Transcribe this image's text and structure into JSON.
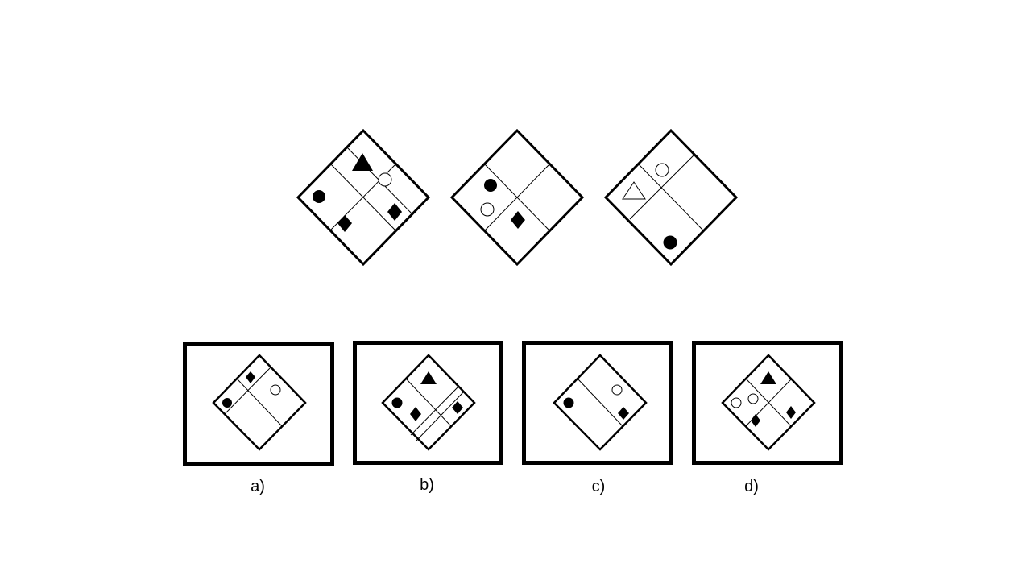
{
  "colors": {
    "stroke": "#000000",
    "fill_shape": "#000000",
    "background": "#ffffff"
  },
  "sequence": [
    {
      "figure": "diamond-1",
      "dividers": [
        "two-lines-descending",
        "one-line-ascending"
      ],
      "shapes": [
        "filled-triangle",
        "hollow-circle",
        "filled-circle",
        "filled-diamond",
        "filled-diamond"
      ]
    },
    {
      "figure": "diamond-2",
      "dividers": [
        "one-line-descending",
        "one-line-ascending"
      ],
      "shapes": [
        "filled-circle",
        "hollow-circle",
        "filled-diamond"
      ]
    },
    {
      "figure": "diamond-3",
      "dividers": [
        "one-line-descending",
        "one-line-ascending"
      ],
      "shapes": [
        "hollow-circle",
        "hollow-triangle",
        "filled-circle"
      ]
    }
  ],
  "options": [
    {
      "label": "a)"
    },
    {
      "label": "b)"
    },
    {
      "label": "c)"
    },
    {
      "label": "d)"
    }
  ]
}
